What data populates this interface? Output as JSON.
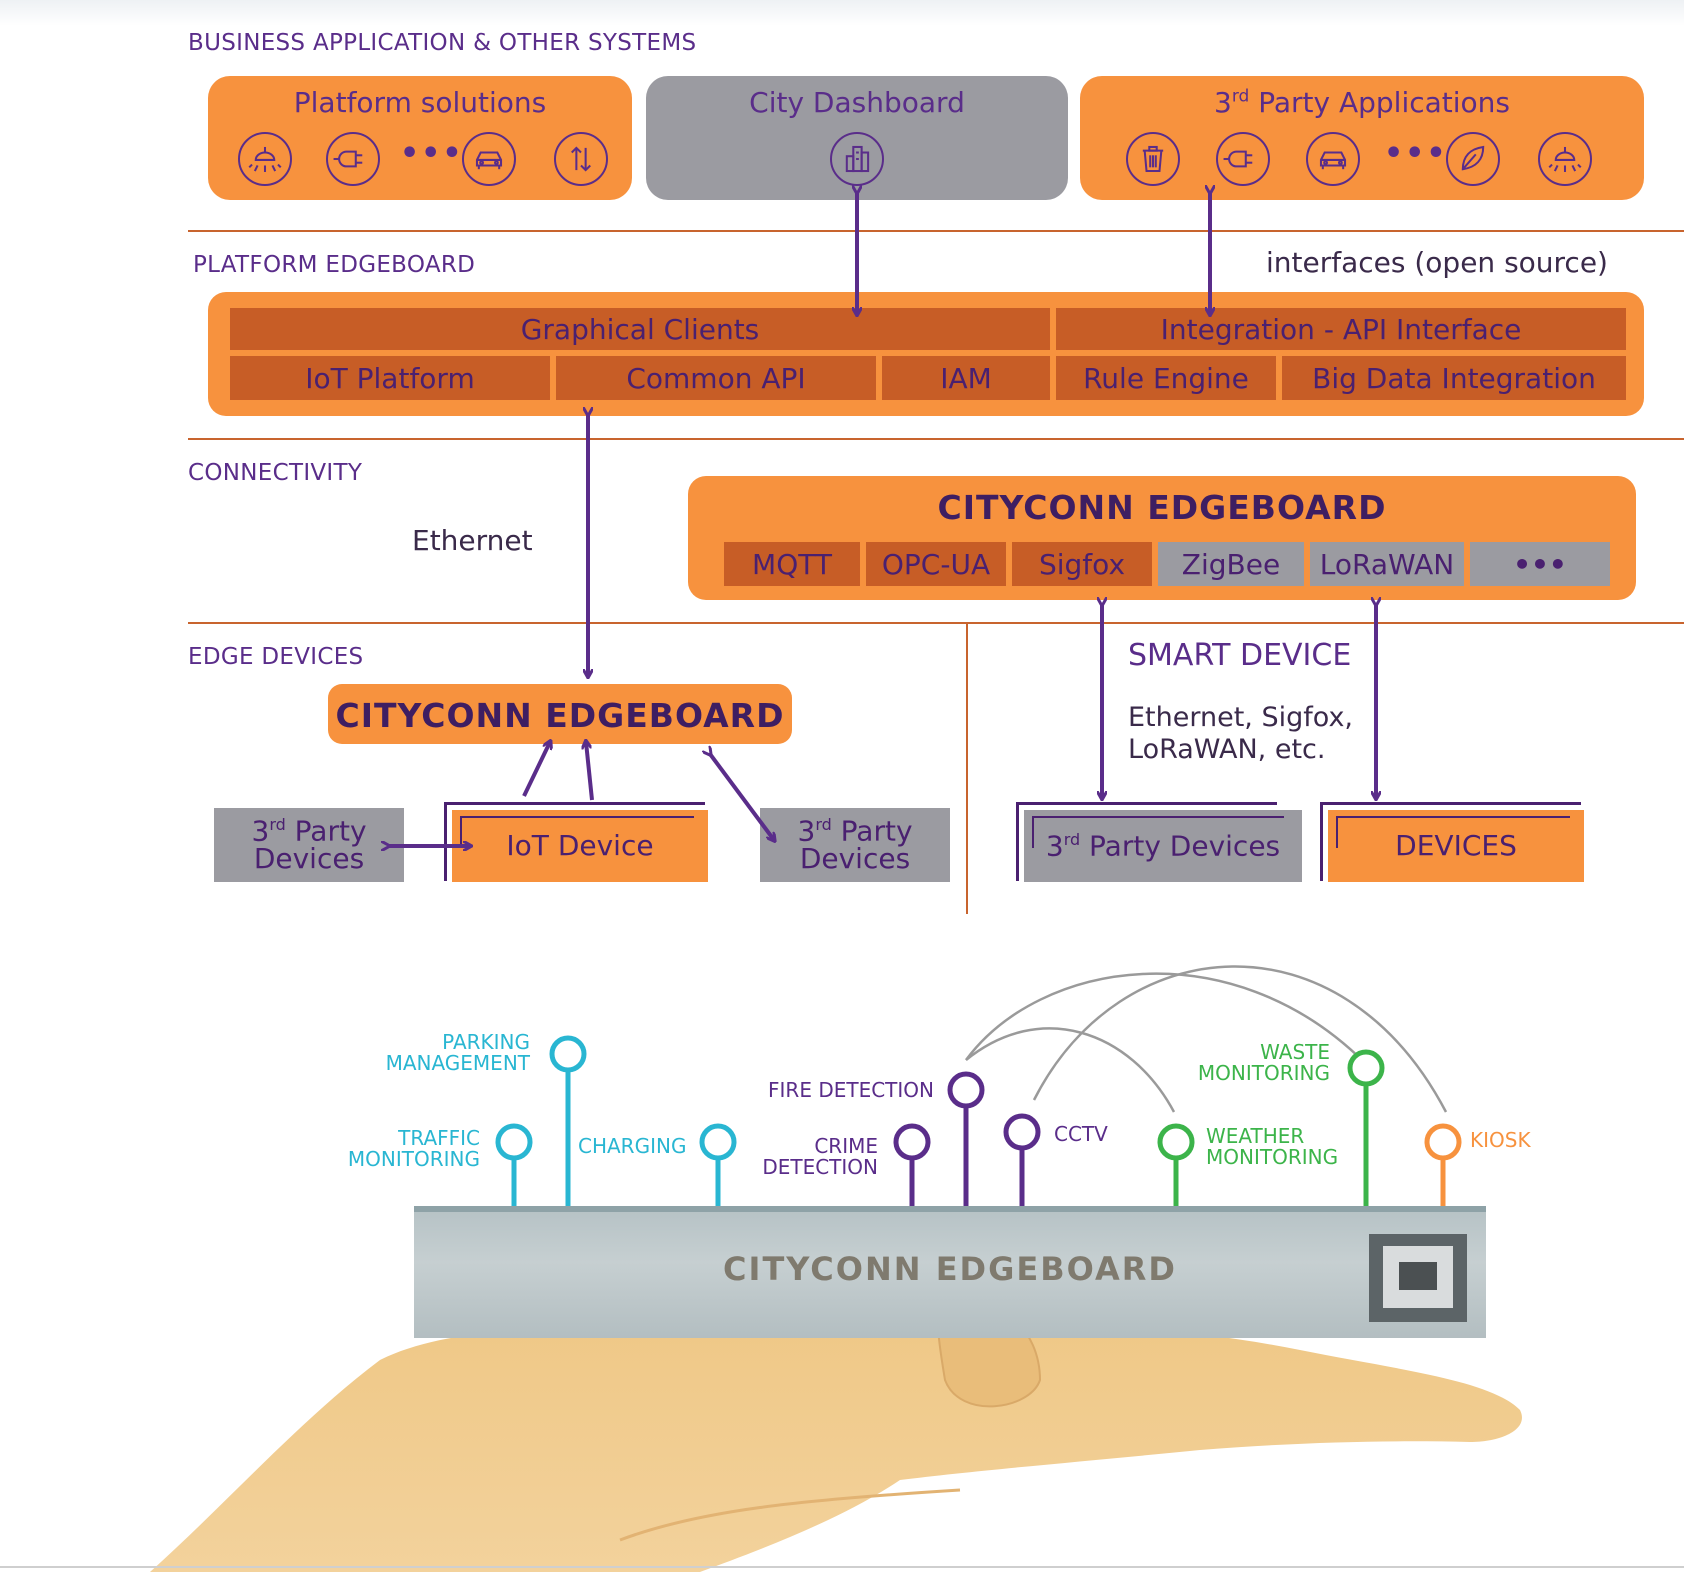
{
  "sections": {
    "business": "BUSINESS APPLICATION & OTHER SYSTEMS",
    "platform": "PLATFORM EDGEBOARD",
    "connectivity": "CONNECTIVITY",
    "edge": "EDGE DEVICES"
  },
  "business": {
    "platform_solutions": {
      "title": "Platform solutions",
      "icons": [
        "streetlight-icon",
        "charging-plug-icon",
        "car-icon",
        "transfer-arrows-icon"
      ],
      "dots": "•••"
    },
    "city_dashboard": {
      "title": "City Dashboard",
      "icons": [
        "city-buildings-icon"
      ]
    },
    "third_party_apps": {
      "title_main": "3",
      "title_sup": "rd",
      "title_rest": " Party Applications",
      "icons": [
        "waste-bin-icon",
        "charging-plug-icon",
        "car-icon",
        "leaf-icon",
        "streetlight-icon"
      ],
      "dots": "•••"
    }
  },
  "platform": {
    "interfaces_note": "interfaces (open source)",
    "row1": [
      "Graphical Clients",
      "Integration - API Interface"
    ],
    "row2": [
      "IoT Platform",
      "Common API",
      "IAM",
      "Rule Engine",
      "Big Data Integration"
    ]
  },
  "connectivity": {
    "ethernet": "Ethernet",
    "brand": "CITYCONN EDGEBOARD",
    "protocols": [
      "MQTT",
      "OPC-UA",
      "Sigfox",
      "ZigBee",
      "LoRaWAN",
      "•••"
    ]
  },
  "edge": {
    "brand": "CITYCONN EDGEBOARD",
    "third_party_left": {
      "num": "3",
      "sup": "rd",
      "line1": " Party",
      "line2": "Devices"
    },
    "iot_device": "IoT Device",
    "third_party_right": {
      "num": "3",
      "sup": "rd",
      "line1": " Party",
      "line2": "Devices"
    },
    "smart_device": "SMART DEVICE",
    "smart_protocols_1": "Ethernet, Sigfox,",
    "smart_protocols_2": "LoRaWAN, etc.",
    "third_party_devices": {
      "num": "3",
      "sup": "rd",
      "rest": " Party Devices"
    },
    "devices": "DEVICES"
  },
  "hardware": {
    "board_label": "CITYCONN EDGEBOARD",
    "sensors": [
      {
        "line1": "PARKING",
        "line2": "MANAGEMENT",
        "color": "#29b6d2"
      },
      {
        "line1": "TRAFFIC",
        "line2": "MONITORING",
        "color": "#29b6d2"
      },
      {
        "line1": "CHARGING",
        "line2": "",
        "color": "#29b6d2"
      },
      {
        "line1": "FIRE DETECTION",
        "line2": "",
        "color": "#5a2d8a"
      },
      {
        "line1": "CRIME",
        "line2": "DETECTION",
        "color": "#5a2d8a"
      },
      {
        "line1": "CCTV",
        "line2": "",
        "color": "#5a2d8a"
      },
      {
        "line1": "WASTE",
        "line2": "MONITORING",
        "color": "#3cb44a"
      },
      {
        "line1": "WEATHER",
        "line2": "MONITORING",
        "color": "#3cb44a"
      },
      {
        "line1": "KIOSK",
        "line2": "",
        "color": "#f7923e"
      }
    ]
  },
  "colors": {
    "orange": "#f7923e",
    "dark_orange": "#c75d26",
    "grey": "#9b9ba1",
    "purple": "#5a2d8a",
    "rule": "#c8642e"
  }
}
